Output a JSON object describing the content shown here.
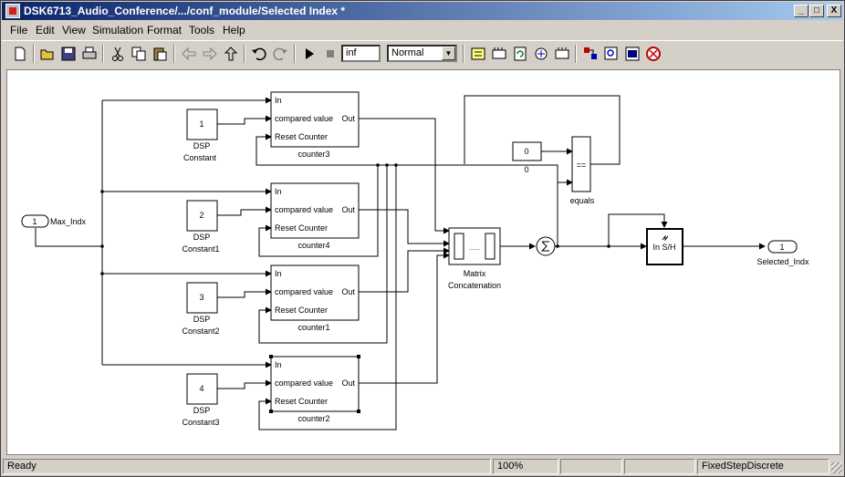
{
  "window": {
    "title": "DSK6713_Audio_Conference/.../conf_module/Selected Index *",
    "controls": {
      "minimize": "_",
      "maximize": "□",
      "close": "X"
    }
  },
  "menu": [
    "File",
    "Edit",
    "View",
    "Simulation",
    "Format",
    "Tools",
    "Help"
  ],
  "toolbar": {
    "stop_time": "inf",
    "sim_mode": "Normal",
    "icons": [
      "new-icon",
      "open-icon",
      "save-icon",
      "print-icon",
      "cut-icon",
      "copy-icon",
      "paste-icon",
      "back-icon",
      "forward-icon",
      "up-icon",
      "undo-icon",
      "redo-icon",
      "play-icon",
      "stop-icon",
      "build-icon",
      "library-icon",
      "refresh-icon",
      "update-icon",
      "debug-icon",
      "model-browser-icon",
      "explorer-icon",
      "model-explorer-icon",
      "signal-icon"
    ]
  },
  "diagram": {
    "inport": {
      "number": "1",
      "label": "Max_Indx"
    },
    "outport": {
      "number": "1",
      "label": "Selected_Indx"
    },
    "constants": [
      {
        "value": "1",
        "label1": "DSP",
        "label2": "Constant"
      },
      {
        "value": "2",
        "label1": "DSP",
        "label2": "Constant1"
      },
      {
        "value": "3",
        "label1": "DSP",
        "label2": "Constant2"
      },
      {
        "value": "4",
        "label1": "DSP",
        "label2": "Constant3"
      }
    ],
    "counters": [
      {
        "name": "counter3",
        "port_in": "In",
        "port_cmp": "compared value",
        "port_out": "Out",
        "port_reset": "Reset Counter"
      },
      {
        "name": "counter4",
        "port_in": "In",
        "port_cmp": "compared value",
        "port_out": "Out",
        "port_reset": "Reset Counter"
      },
      {
        "name": "counter1",
        "port_in": "In",
        "port_cmp": "compared value",
        "port_out": "Out",
        "port_reset": "Reset Counter"
      },
      {
        "name": "counter2",
        "port_in": "In",
        "port_cmp": "compared value",
        "port_out": "Out",
        "port_reset": "Reset Counter"
      }
    ],
    "matrix_concat": {
      "label1": "Matrix",
      "label2": "Concatenation",
      "dots": "......"
    },
    "zero_const": {
      "value": "0",
      "label": "0"
    },
    "equals": {
      "op": "==",
      "label": "equals"
    },
    "sample_hold": {
      "label": "In S/H"
    }
  },
  "status": {
    "ready": "Ready",
    "zoom": "100%",
    "solver": "FixedStepDiscrete"
  }
}
